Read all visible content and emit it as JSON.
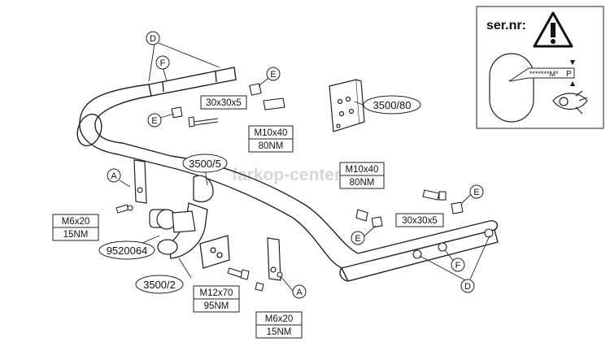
{
  "watermark": "farkop-center.ru",
  "serial_panel": {
    "title": "ser.nr:",
    "code_text": "*******M*",
    "code_suffix": "P"
  },
  "parts": {
    "hitch_main": "3500/5",
    "ball": "3500/2",
    "bracket": "3500/80",
    "socket": "9520064"
  },
  "specs": {
    "washer_top": "30x30x5",
    "bolt_top_size": "M10x40",
    "bolt_top_torque": "80NM",
    "bolt_right_size": "M10x40",
    "bolt_right_torque": "80NM",
    "washer_right": "30x30x5",
    "bolt_left_size": "M6x20",
    "bolt_left_torque": "15NM",
    "ball_bolt_size": "M12x70",
    "ball_bolt_torque": "95NM",
    "bolt_bottom_size": "M6x20",
    "bolt_bottom_torque": "15NM"
  },
  "callouts": {
    "d_top": "D",
    "f_top": "F",
    "e_top_right": "E",
    "e_top_left": "E",
    "a_left": "A",
    "e_right": "E",
    "e_right_low": "E",
    "f_right": "F",
    "d_right": "D",
    "a_bottom": "A"
  }
}
